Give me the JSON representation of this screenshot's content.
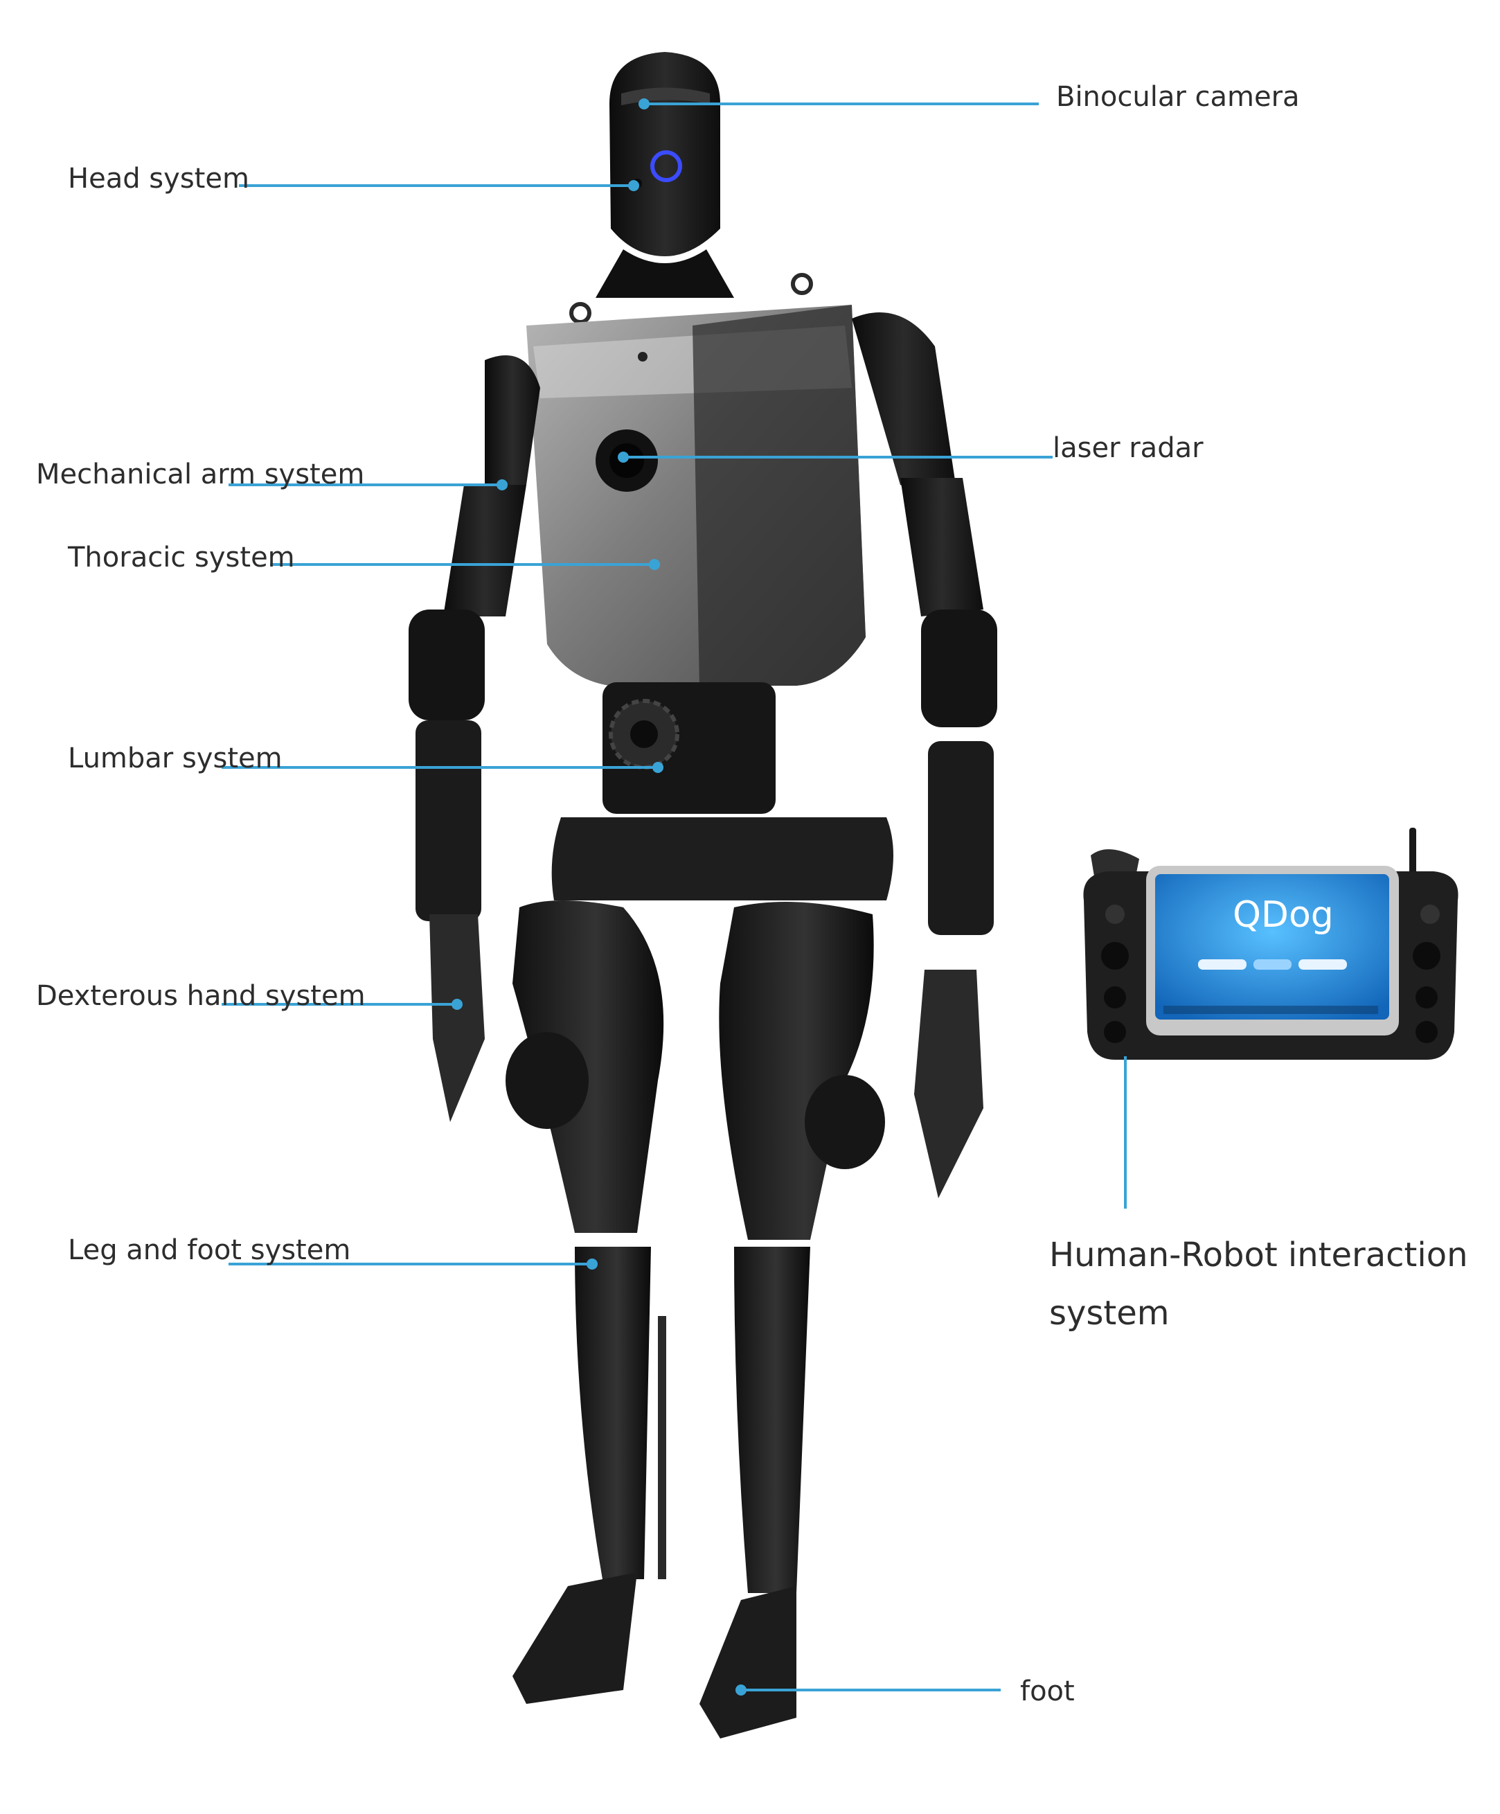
{
  "labels": {
    "binocular_camera": "Binocular camera",
    "head_system": "Head system",
    "laser_radar": "laser radar",
    "mechanical_arm_system": "Mechanical arm system",
    "thoracic_system": "Thoracic system",
    "lumbar_system": "Lumbar system",
    "dexterous_hand_system": "Dexterous hand system",
    "leg_and_foot_system": "Leg and foot system",
    "human_robot_interaction_line1": "Human-Robot interaction",
    "human_robot_interaction_line2": "system",
    "foot": "foot"
  },
  "controller": {
    "screen_title": "QDog"
  },
  "colors": {
    "leader_line": "#3aa3d6",
    "robot_body": "#1a1a1a",
    "chest_plate": "#8a8a8a",
    "eye_ring": "#3b4cff",
    "screen": "#1f8fe0"
  }
}
